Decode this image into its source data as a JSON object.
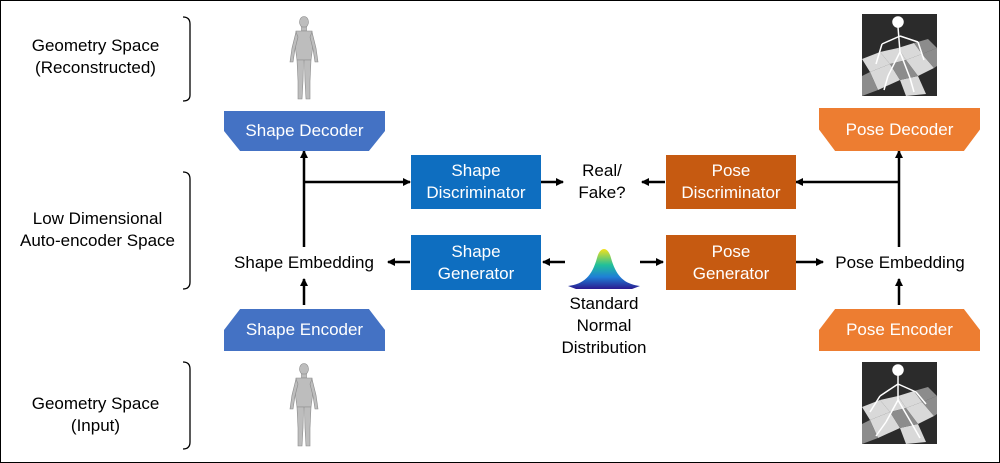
{
  "labels": {
    "geometry_reconstructed": [
      "Geometry Space",
      "(Reconstructed)"
    ],
    "low_dimensional": [
      "Low Dimensional",
      "Auto-encoder Space"
    ],
    "geometry_input": [
      "Geometry Space",
      "(Input)"
    ],
    "shape_embedding": "Shape Embedding",
    "pose_embedding": "Pose Embedding",
    "real_fake": [
      "Real/",
      "Fake?"
    ],
    "standard_normal": [
      "Standard",
      "Normal",
      "Distribution"
    ]
  },
  "boxes": {
    "shape_decoder": "Shape Decoder",
    "pose_decoder": "Pose Decoder",
    "shape_encoder": "Shape Encoder",
    "pose_encoder": "Pose Encoder",
    "shape_discriminator": [
      "Shape",
      "Discriminator"
    ],
    "pose_discriminator": [
      "Pose",
      "Discriminator"
    ],
    "shape_generator": [
      "Shape",
      "Generator"
    ],
    "pose_generator": [
      "Pose",
      "Generator"
    ]
  },
  "colors": {
    "blue_box": "#0E6EC0",
    "blue_trap": "#4472C4",
    "orange_box": "#C65A11",
    "orange_trap": "#ED7D31"
  },
  "icons": {
    "human_figure": "human-body-mesh",
    "pose_skeleton": "skeleton-on-checkerboard",
    "gaussian": "2d-gaussian-surface"
  }
}
